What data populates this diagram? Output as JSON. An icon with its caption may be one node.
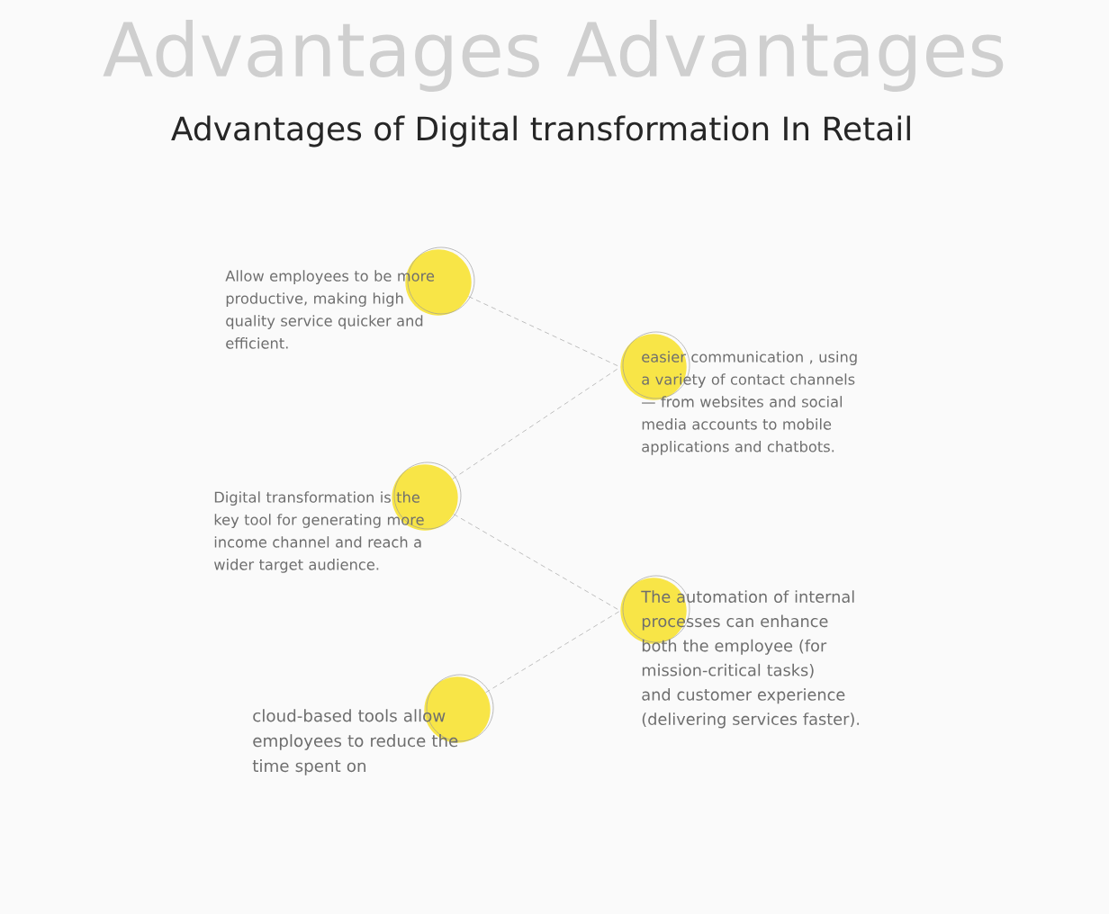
{
  "diagram": {
    "title": "Advantages of Digital transformation In Retail",
    "nodes": [
      {
        "text": [],
        "shape": "circle",
        "beside": [
          "Allow employees to be more productive, making high quality service quicker and efficient."
        ]
      },
      {
        "text": [],
        "shape": "circle",
        "beside": [
          "easier communication , using a variety of contact channels — from websites and social media accounts to mobile applications and chatbots."
        ]
      },
      {
        "text": [],
        "shape": "circle",
        "beside": [
          "Digital transformation is the key tool for generating more income channel and reach a wider target audience."
        ]
      },
      {
        "text": [],
        "shape": "circle",
        "beside": [
          "The automation of internal processes can enhance both the employee (for mission-critical tasks) and customer experience (delivering services faster)."
        ]
      },
      {
        "text": [],
        "shape": "circle",
        "beside": [
          "cloud-based tools allow employees to reduce the time spent on"
        ]
      }
    ],
    "edges": [
      {
        "from": 0,
        "to": 1,
        "arrow": "none",
        "style": "dashed"
      },
      {
        "from": 2,
        "to": 1,
        "arrow": "none",
        "style": "dashed"
      },
      {
        "from": 2,
        "to": 3,
        "arrow": "none",
        "style": "dashed"
      },
      {
        "from": 4,
        "to": 3,
        "arrow": "none",
        "style": "dashed"
      }
    ],
    "labels": [
      "Advantages Advantages"
    ]
  }
}
